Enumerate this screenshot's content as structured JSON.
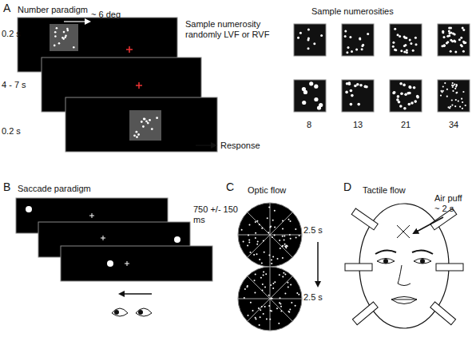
{
  "diagram": {
    "labels": [
      "A",
      "Number paradigm",
      "0.2 s",
      "~ 6 deg",
      "Sample numerosity randomly LVF or RVF",
      "4 - 7 s",
      "0.2 s",
      "Response",
      "Sample numerosities",
      "8",
      "13",
      "21",
      "34",
      "B",
      "Saccade paradigm",
      "750 +/- 150 ms",
      "C",
      "Optic flow",
      "2.5 s",
      "2.5 s",
      "D",
      "Tactile flow",
      "Air puff ~ 2 s"
    ]
  }
}
